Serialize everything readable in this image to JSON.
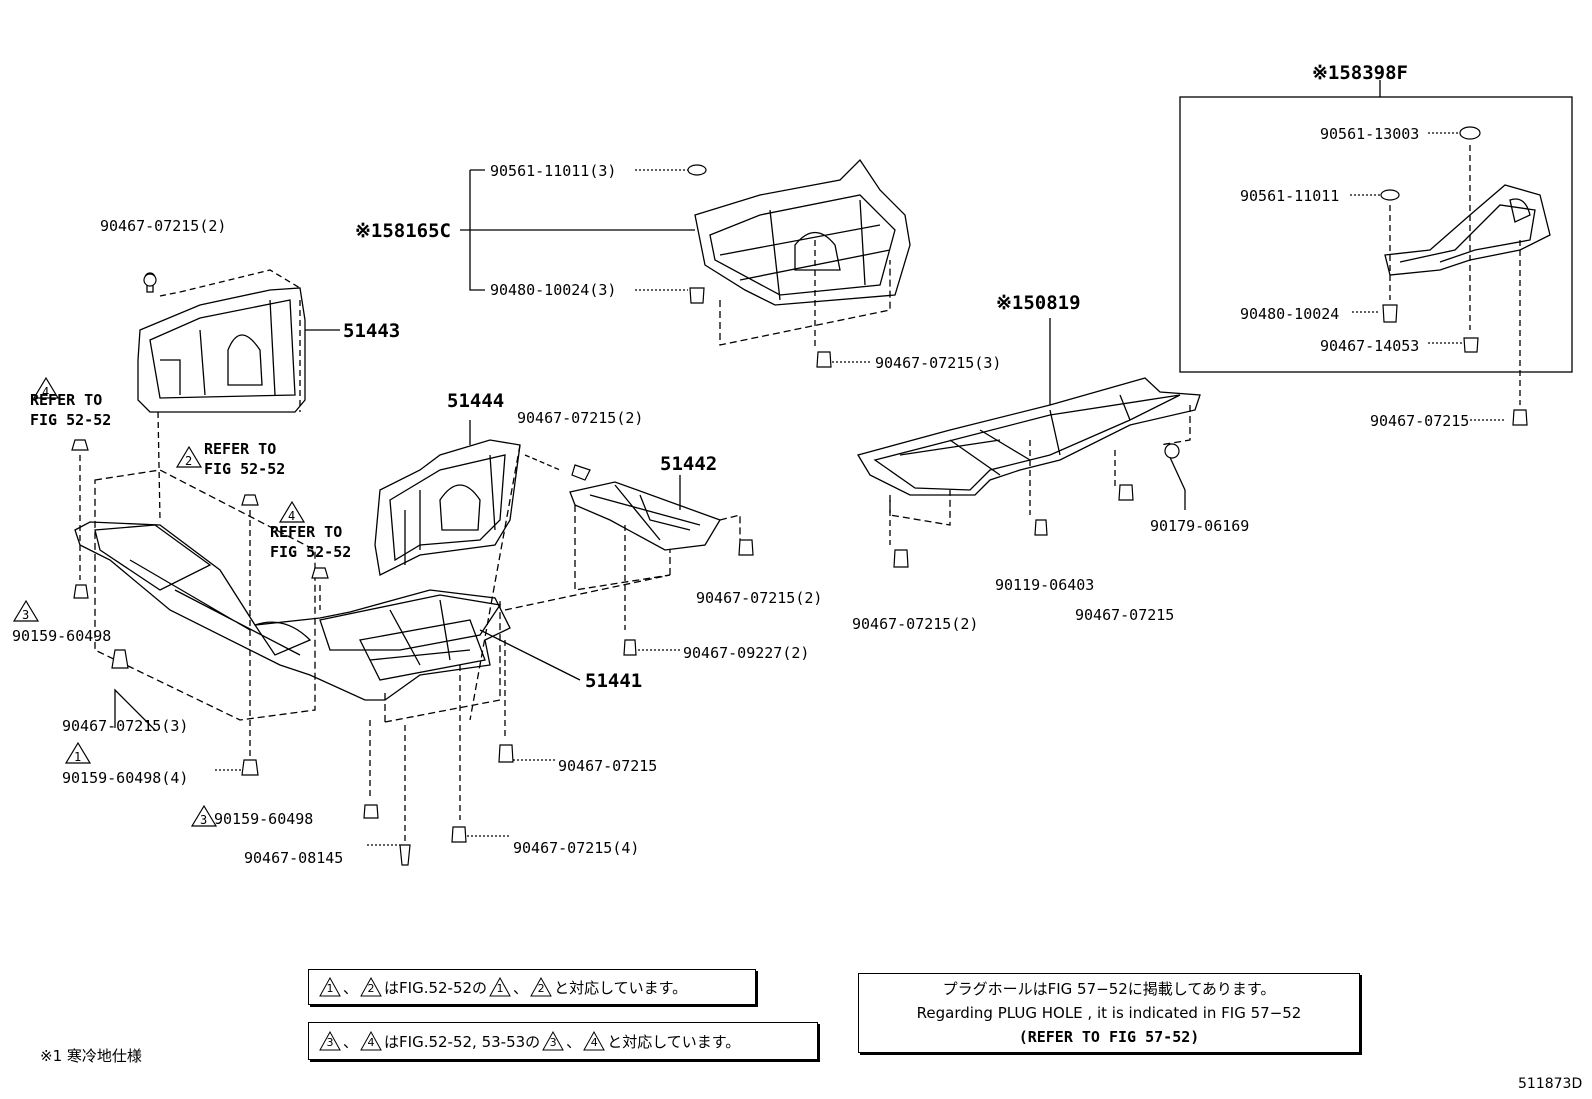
{
  "parts": {
    "p51443": "51443",
    "p51444": "51444",
    "p51442": "51442",
    "p51441": "51441",
    "p58165c": "※158165C",
    "p50819": "※150819",
    "p58398f": "※158398F"
  },
  "fasteners": {
    "f_0721502_a": "90467-07215(2)",
    "f_1101103": "90561-11011(3)",
    "f_1002403": "90480-10024(3)",
    "f_0721503_a": "90467-07215(3)",
    "f_0721502_b": "90467-07215(2)",
    "f_0721502_c": "90467-07215(2)",
    "f_0922702": "90467-09227(2)",
    "f_6049801": "90159-60498",
    "f_0721503_b": "90467-07215(3)",
    "f_6049804": "90159-60498(4)",
    "f_6049802": "90159-60498",
    "f_08145": "90467-08145",
    "f_0721501_a": "90467-07215",
    "f_0721504": "90467-07215(4)",
    "f_13003": "90561-13003",
    "f_11011": "90561-11011",
    "f_10024": "90480-10024",
    "f_14053": "90467-14053",
    "f_0721501_b": "90467-07215",
    "f_06169": "90179-06169",
    "f_06403": "90119-06403",
    "f_0721501_c": "90467-07215",
    "f_0721502_d": "90467-07215(2)"
  },
  "refs": {
    "ref_a_num": "4",
    "ref_a_line1": "REFER TO",
    "ref_a_line2": "FIG 52-52",
    "ref_b_num": "2",
    "ref_b_line1": "REFER TO",
    "ref_b_line2": "FIG 52-52",
    "ref_c_num": "4",
    "ref_c_line1": "REFER TO",
    "ref_c_line2": "FIG 52-52",
    "tri3_a": "3",
    "tri1": "1",
    "tri3_b": "3"
  },
  "notes": {
    "note1": {
      "t1": "1",
      "sep": "、",
      "t2": "2",
      "mid": "はFIG.52-52の",
      "t3": "1",
      "sep2": "、",
      "t4": "2",
      "end": "と対応しています。"
    },
    "note2": {
      "t1": "3",
      "sep": "、",
      "t2": "4",
      "mid": "はFIG.52-52, 53-53の",
      "t3": "3",
      "sep2": "、",
      "t4": "4",
      "end": "と対応しています。"
    },
    "cold_spec": "※1  寒冷地仕様",
    "plug_jp": "プラグホールはFIG 57−52に掲載してあります。",
    "plug_en": "Regarding  PLUG  HOLE , it is indicated in FIG  57−52",
    "plug_ref": "(REFER TO FIG 57-52)"
  },
  "figure_id": "511873D"
}
